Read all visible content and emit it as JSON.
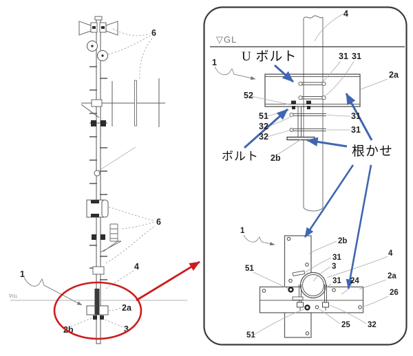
{
  "colors": {
    "red": "#cc1c1c",
    "blue": "#3f66b0",
    "drawing_line": "#555555",
    "leader_line": "#aaaaaa",
    "label_text": "#222222",
    "muted_text": "#777777"
  },
  "left_diagram": {
    "gl_marker": "∇GL",
    "labels": {
      "six_top": "6",
      "six_mid": "6",
      "one": "1",
      "four": "4",
      "two_a": "2a",
      "two_b": "2b",
      "three": "3"
    }
  },
  "detail_panel": {
    "gl_marker": "▽GL",
    "callouts": {
      "u_bolt": "U ボルト",
      "bolt": "ボルト",
      "nekase": "根かせ"
    },
    "upper_view": {
      "labels": {
        "four": "4",
        "one": "1",
        "thirty_one_a": "31",
        "thirty_one_b": "31",
        "two_a": "2a",
        "fifty_two": "52",
        "fifty_one": "51",
        "thirty_two_a": "32",
        "thirty_two_b": "32",
        "thirty_one_c": "31",
        "thirty_one_d": "31",
        "two_b": "2b"
      }
    },
    "lower_view": {
      "labels": {
        "one": "1",
        "two_b": "2b",
        "thirty_one_a": "31",
        "three": "3",
        "four": "4",
        "fifty_one_a": "51",
        "thirty_one_b": "31",
        "twenty_four": "24",
        "two_a": "2a",
        "twenty_six": "26",
        "twenty_five": "25",
        "thirty_two": "32",
        "fifty_one_b": "51"
      }
    }
  }
}
